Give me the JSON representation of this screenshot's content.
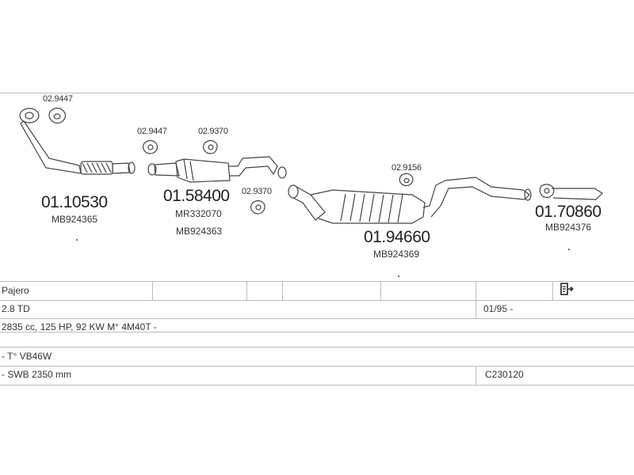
{
  "diagram": {
    "parts": [
      {
        "number": "01.10530",
        "oem": "MB924365"
      },
      {
        "number": "01.58400",
        "oem": "MR332070",
        "oem2": "MB924363"
      },
      {
        "number": "01.94660",
        "oem": "MB924369"
      },
      {
        "number": "01.70860",
        "oem": "MB924376"
      }
    ],
    "small_parts": [
      "02.9447",
      "02.9447",
      "02.9370",
      "02.9370",
      "02.9156"
    ]
  },
  "table": {
    "model": "Pajero",
    "engine": "2.8 TD",
    "date": "01/95 -",
    "spec": "2835 cc, 125 HP, 92 KW M° 4M40T -",
    "type": "- T° VB46W",
    "wheelbase": "- SWB 2350 mm",
    "code": "C230120"
  },
  "icons": {
    "document": "document-arrow-icon"
  },
  "colors": {
    "line": "#bcbcbc",
    "drawing": "#444444"
  }
}
